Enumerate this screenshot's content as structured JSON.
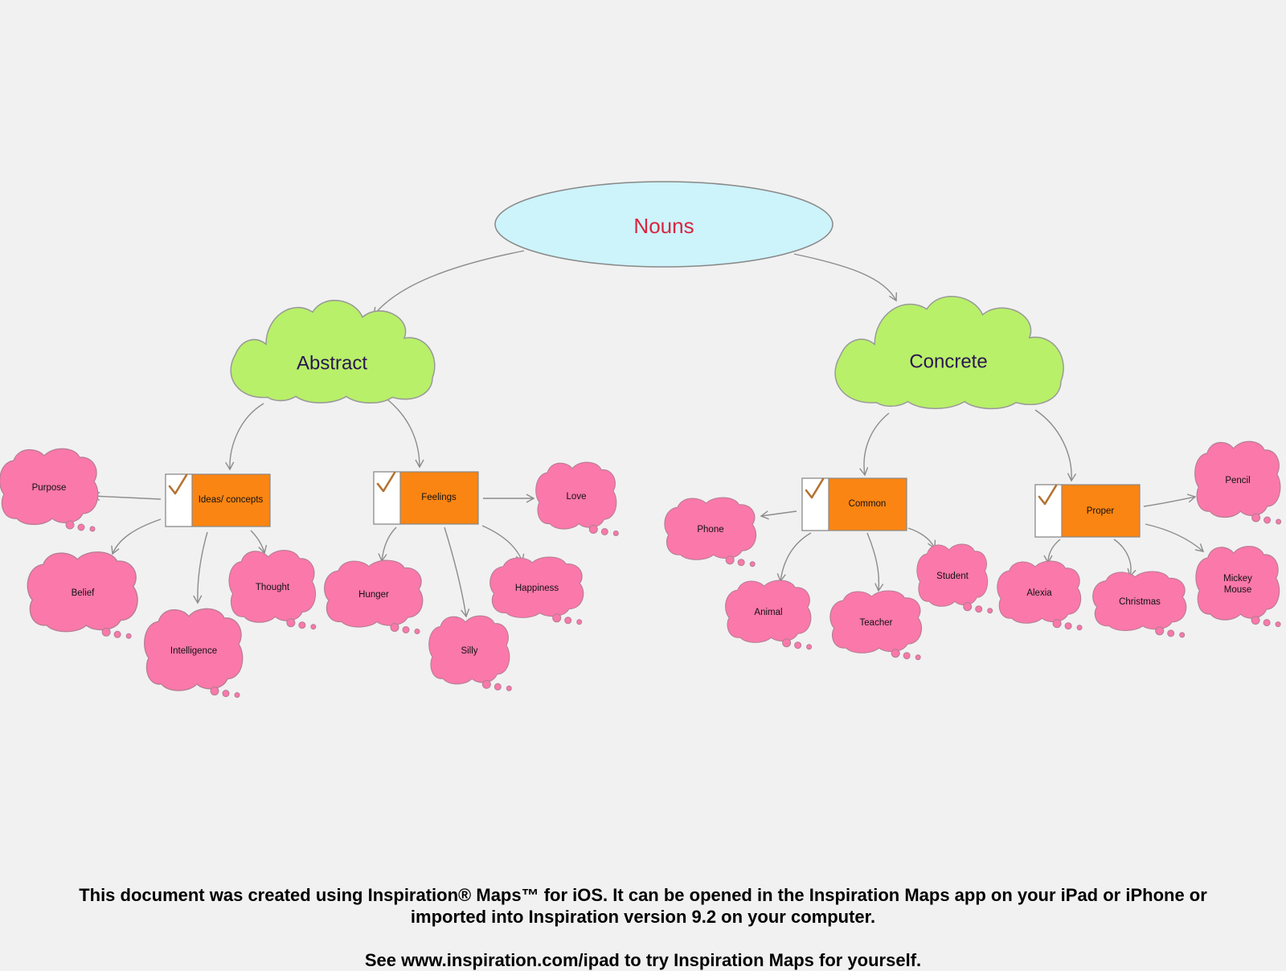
{
  "root": {
    "label": "Nouns"
  },
  "abstract": {
    "label": "Abstract",
    "ideas": {
      "label": "Ideas/ concepts",
      "children": [
        "Purpose",
        "Belief",
        "Intelligence",
        "Thought"
      ]
    },
    "feelings": {
      "label": "Feelings",
      "children": [
        "Love",
        "Hunger",
        "Silly",
        "Happiness"
      ]
    }
  },
  "concrete": {
    "label": "Concrete",
    "common": {
      "label": "Common",
      "children": [
        "Phone",
        "Animal",
        "Teacher",
        "Student"
      ]
    },
    "proper": {
      "label": "Proper",
      "children": [
        "Pencil",
        "Alexia",
        "Christmas",
        "Mickey Mouse"
      ]
    }
  },
  "footer": {
    "line1": "This document was created using Inspiration® Maps™ for iOS. It can be opened in the Inspiration Maps app on your iPad or iPhone or",
    "line2": "imported into Inspiration version 9.2 on your computer.",
    "line3": "See www.inspiration.com/ipad to try Inspiration Maps for yourself."
  },
  "colors": {
    "background": "#f1f1f1",
    "root_fill": "#cdf3fb",
    "root_text": "#d9253f",
    "green_cloud": "#b8f069",
    "orange_box": "#fb8512",
    "pink_thought": "#fb78aa",
    "link": "#8c8c8c"
  }
}
